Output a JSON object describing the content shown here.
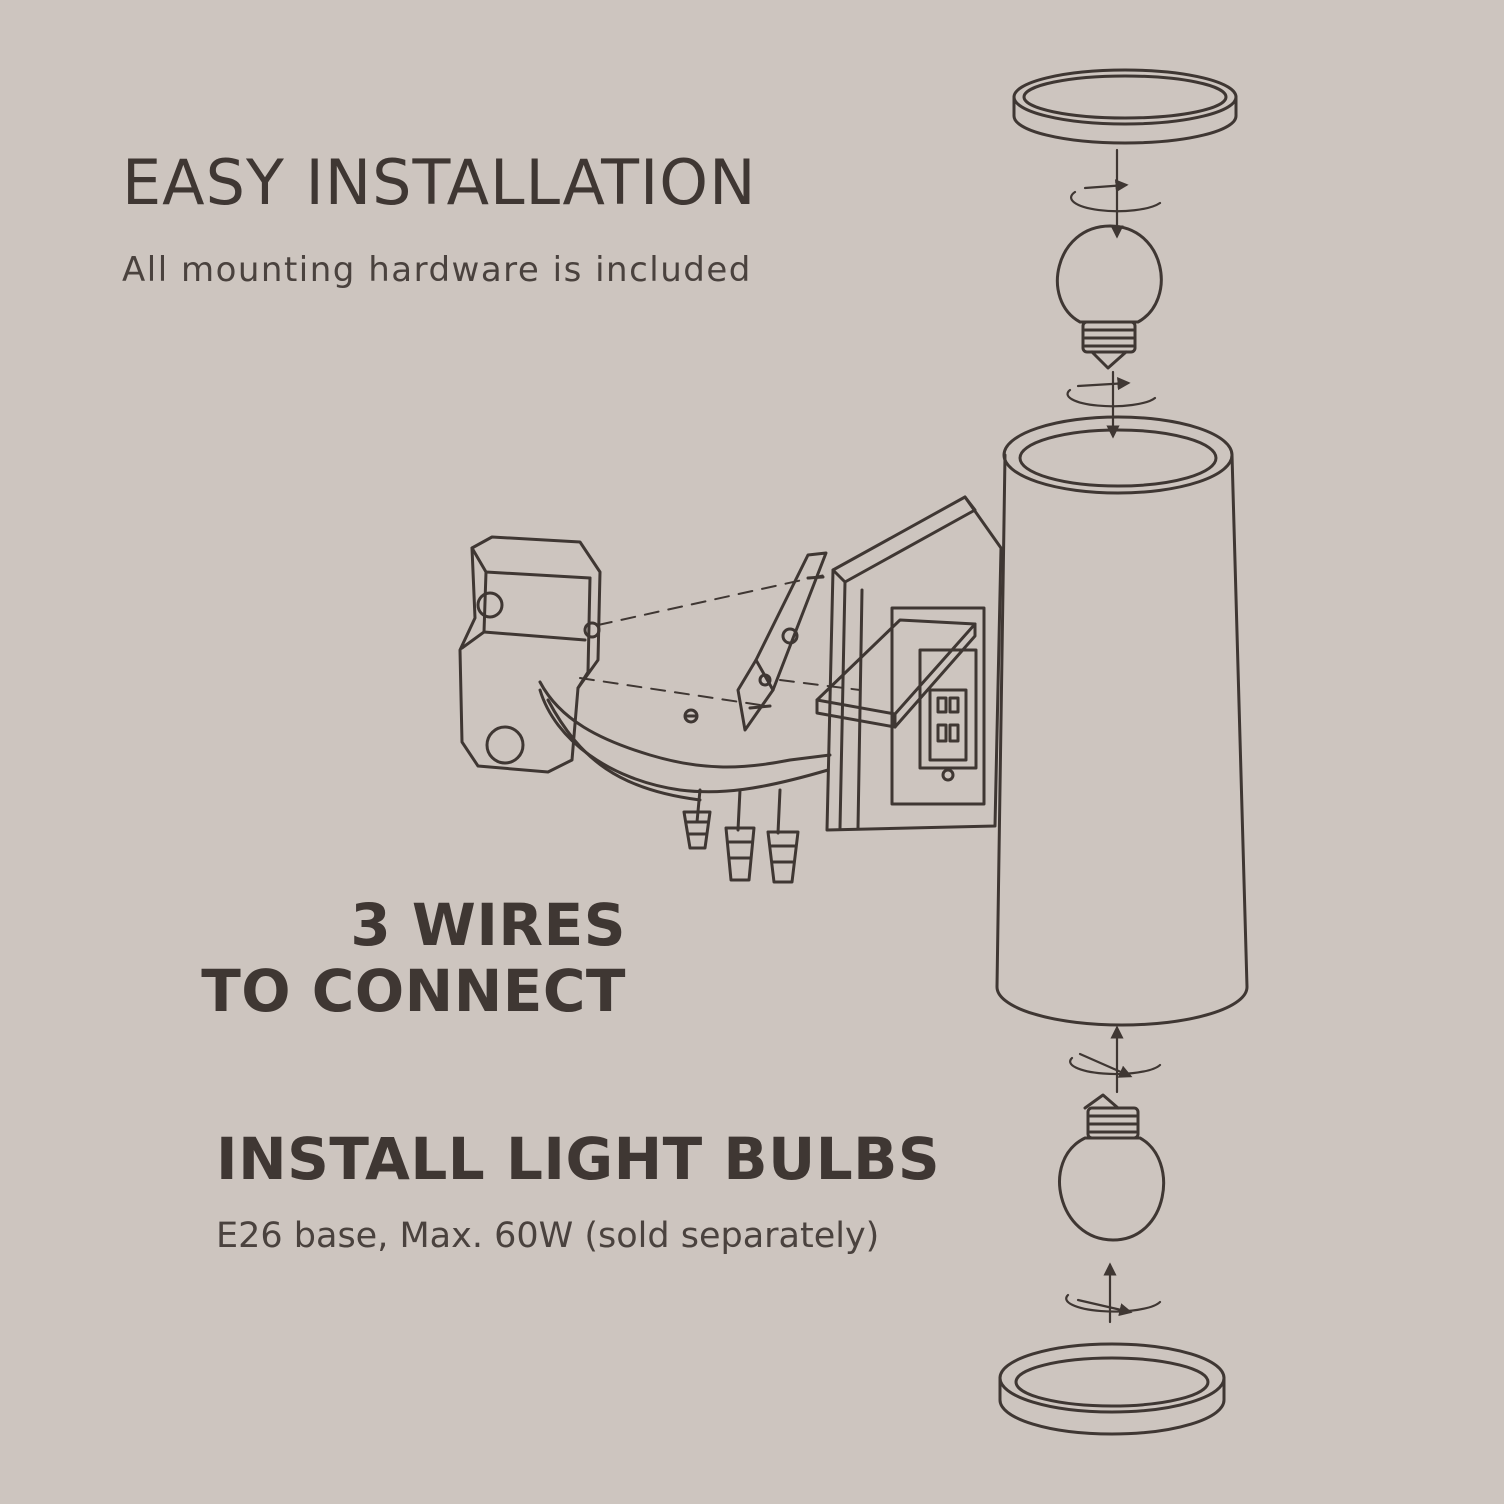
{
  "headings": {
    "title": "EASY INSTALLATION",
    "subtitle": "All mounting hardware is included",
    "wires_line1": "3 WIRES",
    "wires_line2": "TO CONNECT",
    "bulbs_title": "INSTALL LIGHT BULBS",
    "bulbs_note": "E26 base, Max. 60W (sold separately)"
  },
  "colors": {
    "background": "#cdc5bf",
    "ink": "#3f3733"
  },
  "icons": {
    "top_cap": "top-cap-icon",
    "bulb": "light-bulb-icon",
    "cylinder": "cylinder-body-icon",
    "junction_box": "junction-box-icon",
    "mounting_bracket": "mounting-bracket-icon",
    "outlet_cover": "outlet-cover-icon",
    "wire_nut": "wire-nut-icon",
    "bottom_cap": "bottom-cap-icon",
    "rotation_arrow": "rotation-arrow-icon"
  }
}
